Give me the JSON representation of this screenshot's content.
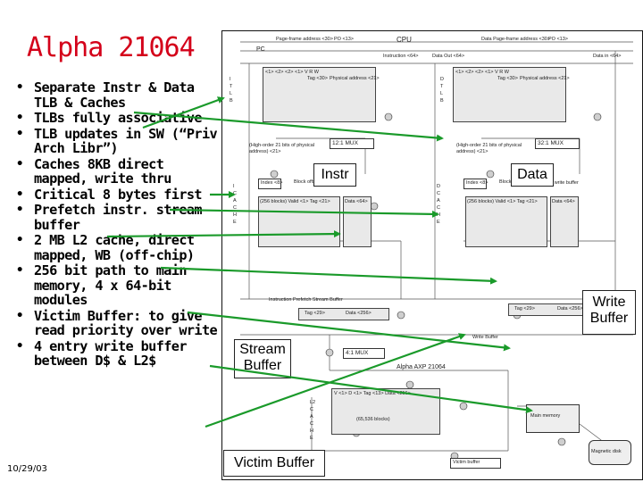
{
  "title": "Alpha 21064",
  "bullets": [
    "Separate Instr & Data TLB & Caches",
    "TLBs fully associative",
    "TLB updates in SW (“Priv Arch Libr”)",
    "Caches 8KB direct mapped, write thru",
    "Critical 8 bytes first",
    "Prefetch instr. stream buffer",
    "2 MB L2 cache, direct mapped, WB (off-chip)",
    "256 bit path to main memory, 4 x 64-bit modules",
    "Victim Buffer: to give read priority over write",
    "4 entry write buffer between D$ & L2$"
  ],
  "date": "10/29/03",
  "callouts": {
    "instr": "Instr",
    "data": "Data",
    "write_buffer": "Write Buffer",
    "stream_buffer": "Stream Buffer",
    "victim_buffer": "Victim Buffer"
  },
  "diagram": {
    "cpu": "CPU",
    "page_frame": "Page-frame address <30>",
    "page_offset": "PO <13>",
    "data_page_frame": "Data Page-frame address <30>",
    "data_page_offset": "PO <13>",
    "pc": "PC",
    "instruction": "Instruction <64>",
    "data_out": "Data Out <64>",
    "data_in": "Data in <64>",
    "itlb": "I T L B",
    "dtlb": "D T L B",
    "tlb_fields": "<1> <2> <2> <1> V  R  W",
    "tag": "Tag <30>",
    "phys_addr": "Physical address <21>",
    "mux_12": "12:1 MUX",
    "mux_32": "32:1 MUX",
    "high_order_phys": "(High-order 21 bits of physical address) <21>",
    "index": "Index <8>",
    "block_offset": "Block offset <5>",
    "delayed_write": "Delayed write buffer",
    "icache": "I C A C H E",
    "dcache": "D C A C H E",
    "cache_fields": "(256 blocks)  Valid <1>  Tag <21>",
    "data_64": "Data <64>",
    "prefetch": "Instruction Prefetch Stream Buffer",
    "tag_29": "Tag <29>",
    "data_256": "Data <256>",
    "write_buffer_label": "Write Buffer",
    "mux_41": "4:1 MUX",
    "alpha_axp": "Alpha AXP 21064",
    "l2cache": "L2 C A C H E",
    "l2_fields": "V <1>  D <1>  Tag <13>  Data <256>",
    "l2_blocks": "(65,536 blocks)",
    "main_memory": "Main memory",
    "magnetic_disk": "Magnetic disk",
    "victim_label": "Victim buffer"
  }
}
